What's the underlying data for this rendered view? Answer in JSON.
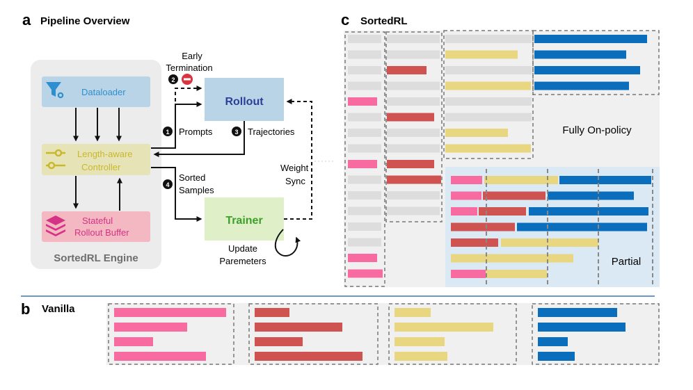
{
  "panel_a": {
    "letter": "a",
    "title": "Pipeline Overview",
    "engine_label": "SortedRL Engine",
    "dataloader": "Dataloader",
    "controller_line1": "Length-aware",
    "controller_line2": "Controller",
    "buffer_line1": "Stateful",
    "buffer_line2": "Rollout Buffer",
    "rollout": "Rollout",
    "trainer": "Trainer",
    "early_line1": "Early",
    "early_line2": "Termination",
    "step1_num": "1",
    "step1_label": "Prompts",
    "step2_num": "2",
    "step3_num": "3",
    "step3_label": "Trajectories",
    "step4_num": "4",
    "step4_line1": "Sorted",
    "step4_line2": "Samples",
    "weight_line1": "Weight",
    "weight_line2": "Sync",
    "update_line1": "Update",
    "update_line2": "Paremeters",
    "colors": {
      "engine_bg": "#ececec",
      "dataloader_bg": "#b9d4e6",
      "dataloader_text": "#2e8fd0",
      "controller_bg": "#e6e4b7",
      "controller_text": "#c9b82b",
      "buffer_bg": "#f3b8c2",
      "buffer_text": "#d63384",
      "rollout_bg": "#b9d4e6",
      "rollout_text": "#2b3f99",
      "trainer_bg": "#dff0c9",
      "trainer_text": "#3aa028"
    }
  },
  "panel_b": {
    "letter": "b",
    "title": "Vanilla",
    "groups": [
      {
        "color": "#f76ba0",
        "lengths": [
          1.0,
          0.65,
          0.35,
          0.82
        ]
      },
      {
        "color": "#cf5451",
        "lengths": [
          0.31,
          0.78,
          0.43,
          0.96
        ]
      },
      {
        "color": "#e9d680",
        "lengths": [
          0.32,
          0.88,
          0.45,
          0.47
        ]
      },
      {
        "color": "#0a6ebd",
        "lengths": [
          0.71,
          0.78,
          0.27,
          0.33
        ]
      }
    ]
  },
  "panel_c": {
    "letter": "c",
    "title": "SortedRL",
    "fully_label": "Fully On-policy",
    "partial_label": "Partial",
    "colors": {
      "prompt": "#f76ba0",
      "stage2": "#cf5451",
      "stage3": "#e9d680",
      "stage4": "#0a6ebd",
      "idle": "#dddddd",
      "panel_bg": "#f0f0f0",
      "partial_bg": "#dbe9f5"
    }
  }
}
